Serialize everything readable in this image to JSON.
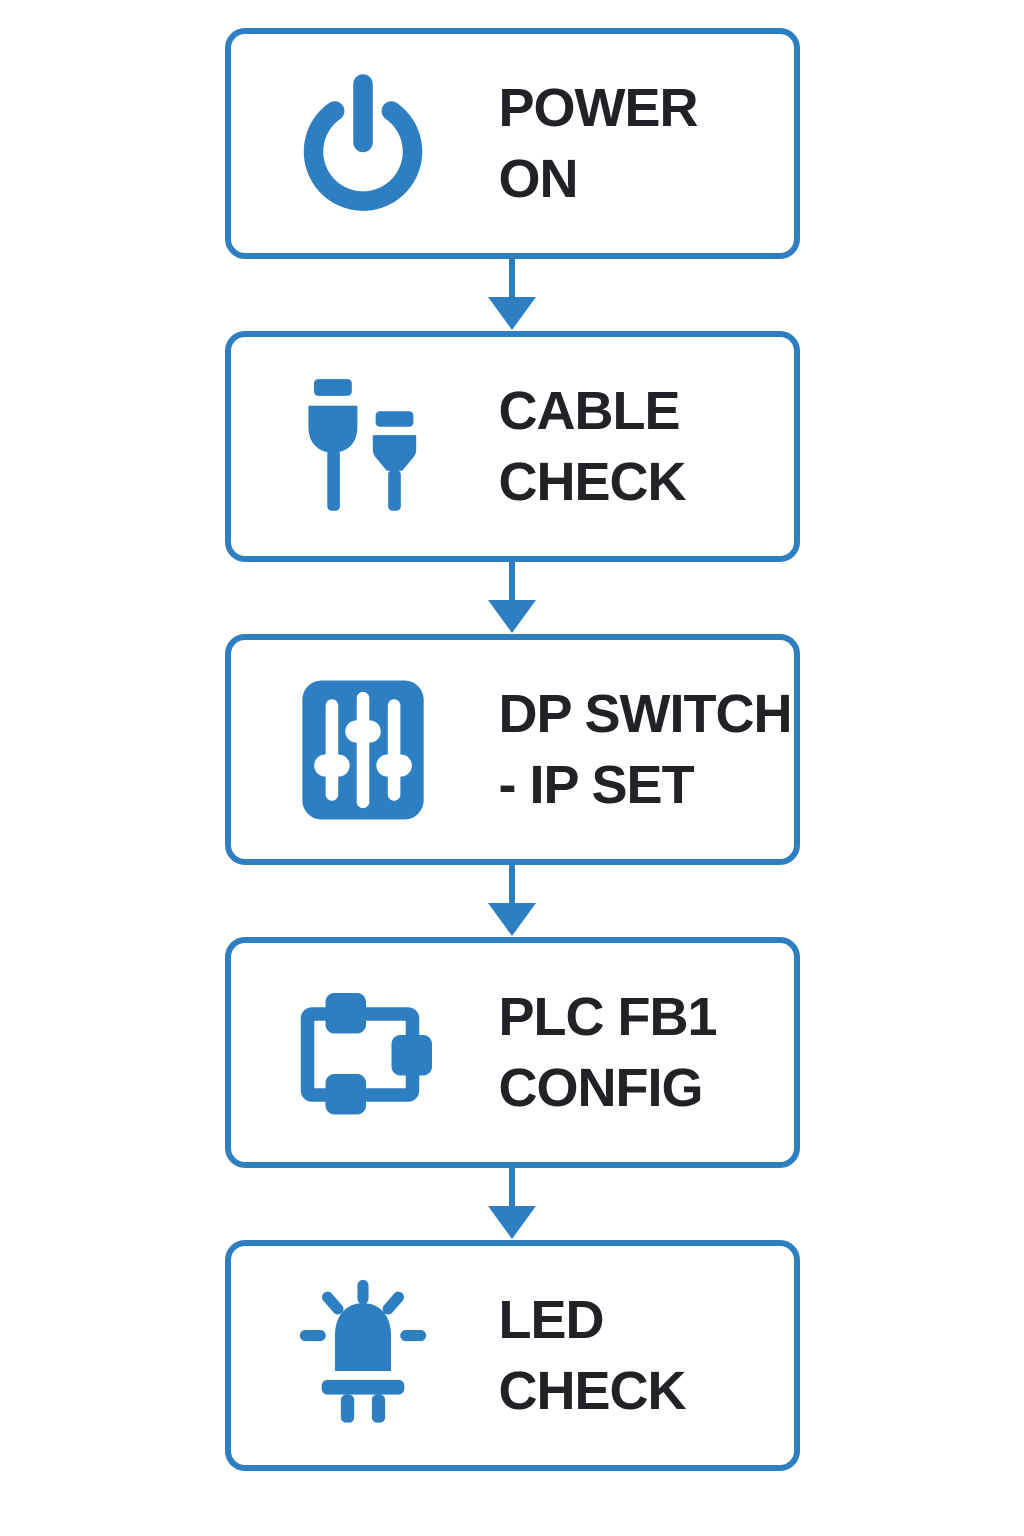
{
  "colors": {
    "accent": "#2e7fc2",
    "text": "#212126",
    "background": "#ffffff"
  },
  "diagram": {
    "type": "flowchart",
    "direction": "vertical",
    "connector": "arrow-down",
    "steps": [
      {
        "id": "power-on",
        "icon": "power-icon",
        "lines": [
          "POWER",
          "ON"
        ]
      },
      {
        "id": "cable-check",
        "icon": "cable-connectors-icon",
        "lines": [
          "CABLE",
          "CHECK"
        ]
      },
      {
        "id": "dp-switch",
        "icon": "dip-switch-sliders-icon",
        "lines": [
          "DP SWITCH",
          "- IP SET"
        ]
      },
      {
        "id": "plc-config",
        "icon": "network-nodes-icon",
        "lines": [
          "PLC FB1",
          "CONFIG"
        ]
      },
      {
        "id": "led-check",
        "icon": "led-icon",
        "lines": [
          "LED",
          "CHECK"
        ]
      }
    ]
  }
}
